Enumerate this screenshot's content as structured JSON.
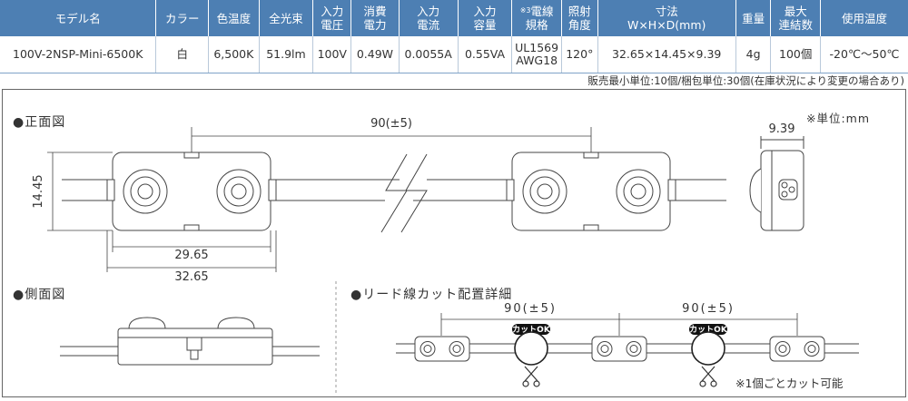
{
  "spec_table": {
    "headers": [
      {
        "line1": "モデル名",
        "line2": ""
      },
      {
        "line1": "カラー",
        "line2": ""
      },
      {
        "line1": "色温度",
        "line2": ""
      },
      {
        "line1": "全光束",
        "line2": ""
      },
      {
        "line1": "入力",
        "line2": "電圧"
      },
      {
        "line1": "消費",
        "line2": "電力"
      },
      {
        "line1": "入力",
        "line2": "電流"
      },
      {
        "line1": "入力",
        "line2": "容量"
      },
      {
        "line1": "電線",
        "line2": "規格",
        "sup": "※3"
      },
      {
        "line1": "照射",
        "line2": "角度"
      },
      {
        "line1": "寸法",
        "line2": "W×H×D(mm)"
      },
      {
        "line1": "重量",
        "line2": ""
      },
      {
        "line1": "最大",
        "line2": "連結数"
      },
      {
        "line1": "使用温度",
        "line2": ""
      }
    ],
    "row": [
      {
        "line1": "100V-2NSP-Mini-6500K",
        "line2": ""
      },
      {
        "line1": "白",
        "line2": ""
      },
      {
        "line1": "6,500K",
        "line2": ""
      },
      {
        "line1": "51.9lm",
        "line2": ""
      },
      {
        "line1": "100V",
        "line2": ""
      },
      {
        "line1": "0.49W",
        "line2": ""
      },
      {
        "line1": "0.0055A",
        "line2": ""
      },
      {
        "line1": "0.55VA",
        "line2": ""
      },
      {
        "line1": "UL1569",
        "line2": "AWG18"
      },
      {
        "line1": "120°",
        "line2": ""
      },
      {
        "line1": "32.65×14.45×9.39",
        "line2": ""
      },
      {
        "line1": "4g",
        "line2": ""
      },
      {
        "line1": "100個",
        "line2": ""
      },
      {
        "line1": "-20℃〜50℃",
        "line2": ""
      }
    ]
  },
  "sales_note": "販売最小単位:10個/梱包単位:30個(在庫状況により変更の場合あり)",
  "diagram": {
    "front_title": "●正面図",
    "unit_note": "※単位:mm",
    "spacing_label": "90(±5)",
    "height_label": "14.45",
    "inner_width_label": "29.65",
    "outer_width_label": "32.65",
    "depth_label": "9.39",
    "side_title": "●側面図",
    "lead_title": "●リード線カット配置詳細",
    "lead_spacing_1": "90(±5)",
    "lead_spacing_2": "90(±5)",
    "cut_ok_1": "カットOK",
    "cut_ok_2": "カットOK",
    "cut_note": "※1個ごとカット可能",
    "colors": {
      "header": "#4d7fb3",
      "line": "#444444",
      "badge": "#111111"
    }
  }
}
